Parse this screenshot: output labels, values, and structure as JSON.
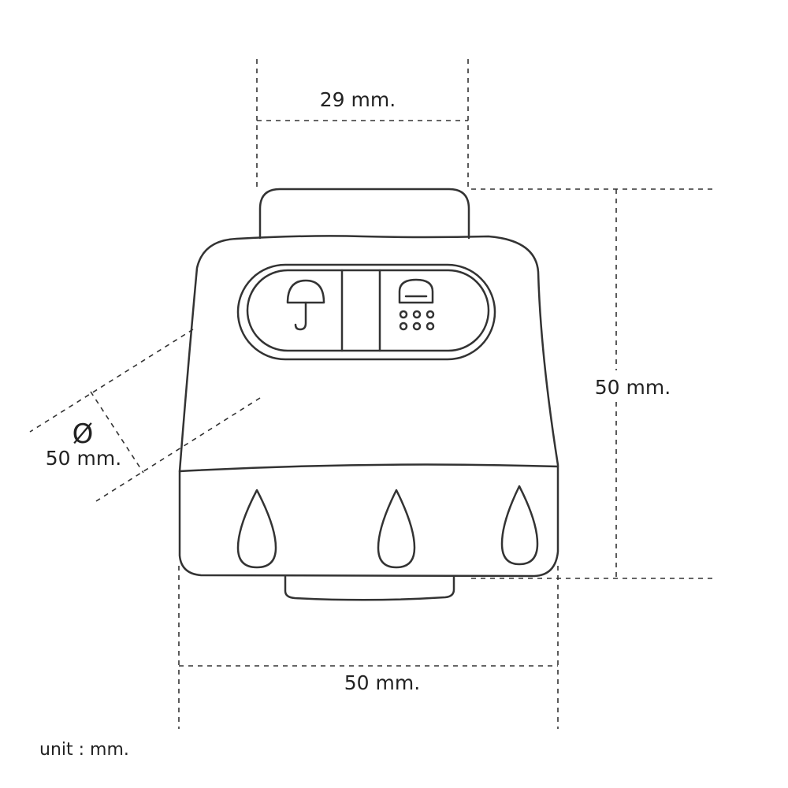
{
  "dimensions": {
    "top_width": "29 mm.",
    "height": "50 mm.",
    "bottom_width": "50 mm.",
    "diameter": "50 mm.",
    "diameter_symbol": "Ø"
  },
  "unit_note": "unit : mm.",
  "icons": {
    "left_mode": "umbrella-icon",
    "right_mode": "shower-icon",
    "body_marks": "water-drop-icon"
  },
  "colors": {
    "stroke": "#333333",
    "background": "#ffffff"
  }
}
